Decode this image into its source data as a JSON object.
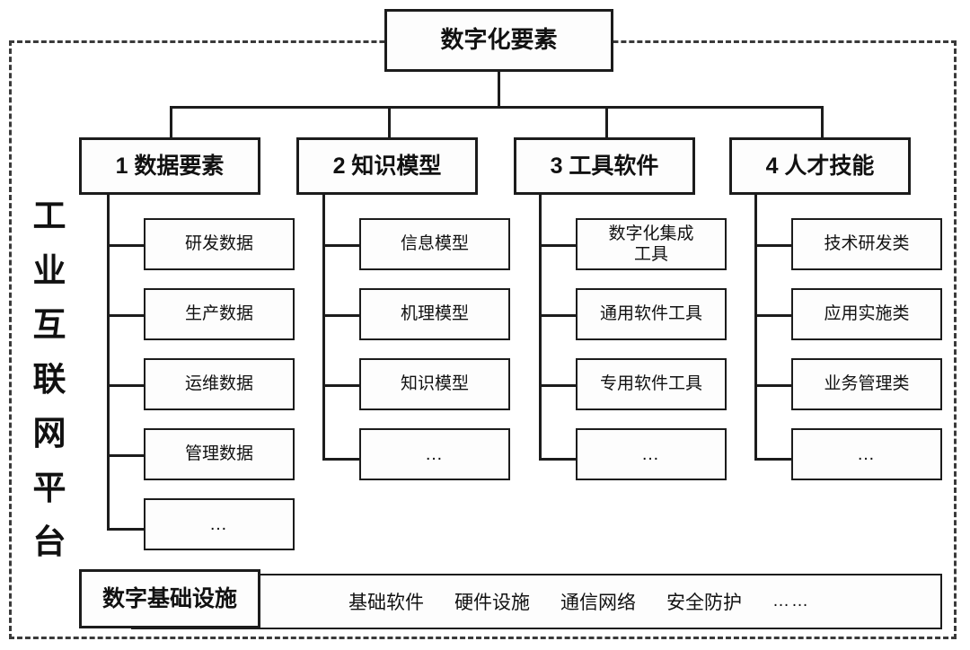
{
  "diagram": {
    "title": "数字化要素",
    "platform_label_chars": [
      "工",
      "业",
      "互",
      "联",
      "网",
      "平",
      "台"
    ],
    "categories": [
      {
        "label": "1 数据要素",
        "children": [
          "研发数据",
          "生产数据",
          "运维数据",
          "管理数据",
          "…"
        ]
      },
      {
        "label": "2 知识模型",
        "children": [
          "信息模型",
          "机理模型",
          "知识模型",
          "…"
        ]
      },
      {
        "label": "3 工具软件",
        "children": [
          "数字化集成\n工具",
          "通用软件工具",
          "专用软件工具",
          "…"
        ]
      },
      {
        "label": "4 人才技能",
        "children": [
          "技术研发类",
          "应用实施类",
          "业务管理类",
          "…"
        ]
      }
    ],
    "infrastructure": {
      "label": "数字基础设施",
      "items": [
        "基础软件",
        "硬件设施",
        "通信网络",
        "安全防护",
        "……"
      ]
    },
    "colors": {
      "border": "#1c1c1c",
      "dashed_border": "#3a3a3a",
      "box_fill": "#fdfdfd",
      "text": "#111111",
      "background": "#ffffff"
    }
  }
}
